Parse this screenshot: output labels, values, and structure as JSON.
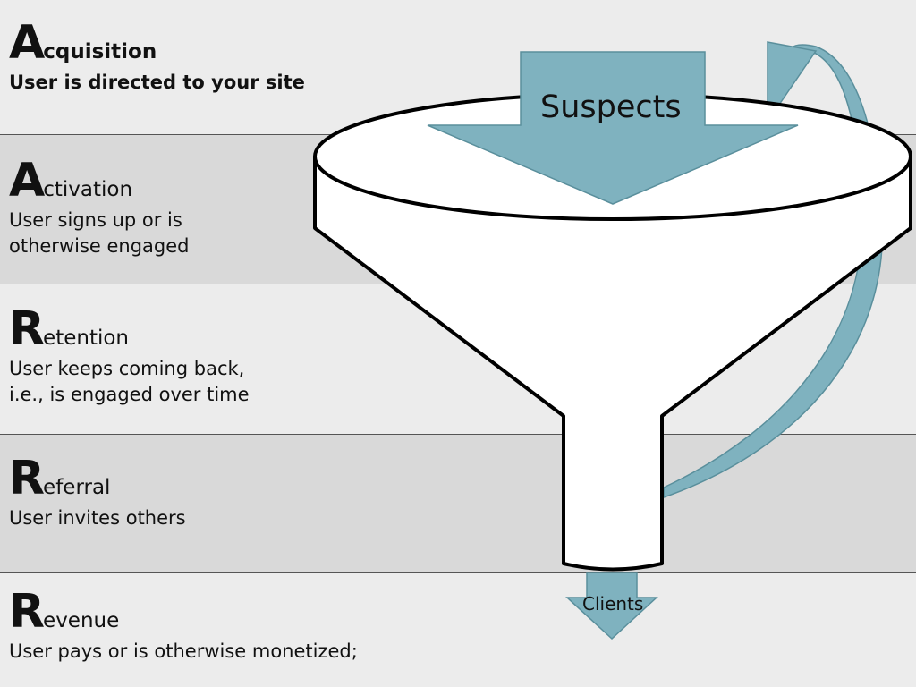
{
  "stages": [
    {
      "initial": "A",
      "rest": "cquisition",
      "description": [
        "User is directed to your site"
      ]
    },
    {
      "initial": "A",
      "rest": "ctivation",
      "description": [
        "User signs up or is",
        "otherwise engaged"
      ]
    },
    {
      "initial": "R",
      "rest": "etention",
      "description": [
        "User keeps coming back,",
        "i.e., is engaged over time"
      ]
    },
    {
      "initial": "R",
      "rest": "eferral",
      "description": [
        "User invites others"
      ]
    },
    {
      "initial": "R",
      "rest": "evenue",
      "description": [
        "User pays or is otherwise monetized;"
      ]
    }
  ],
  "funnel": {
    "top_label": "Suspects",
    "bottom_label": "Clients",
    "arrow_color": "#7fb2bf",
    "arrow_stroke": "#5a8f9c"
  }
}
